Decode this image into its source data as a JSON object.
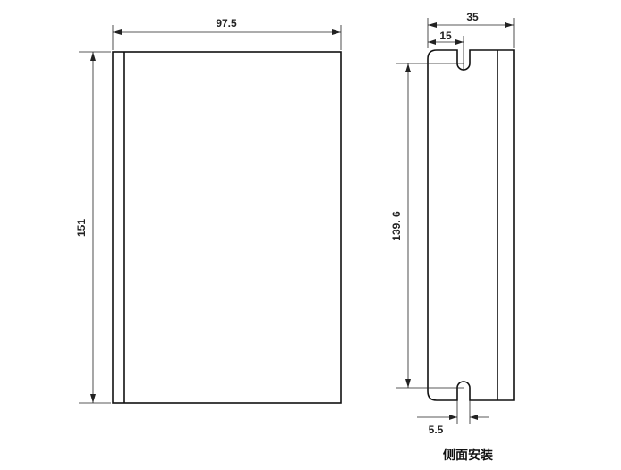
{
  "front_view": {
    "width_dim": "97.5",
    "height_dim": "151"
  },
  "side_view": {
    "total_width_dim": "35",
    "slot_offset_dim": "15",
    "hole_spacing_dim": "139. 6",
    "slot_width_dim": "5.5",
    "caption": "侧面安装"
  },
  "colors": {
    "line": "#111111",
    "background": "#ffffff"
  }
}
